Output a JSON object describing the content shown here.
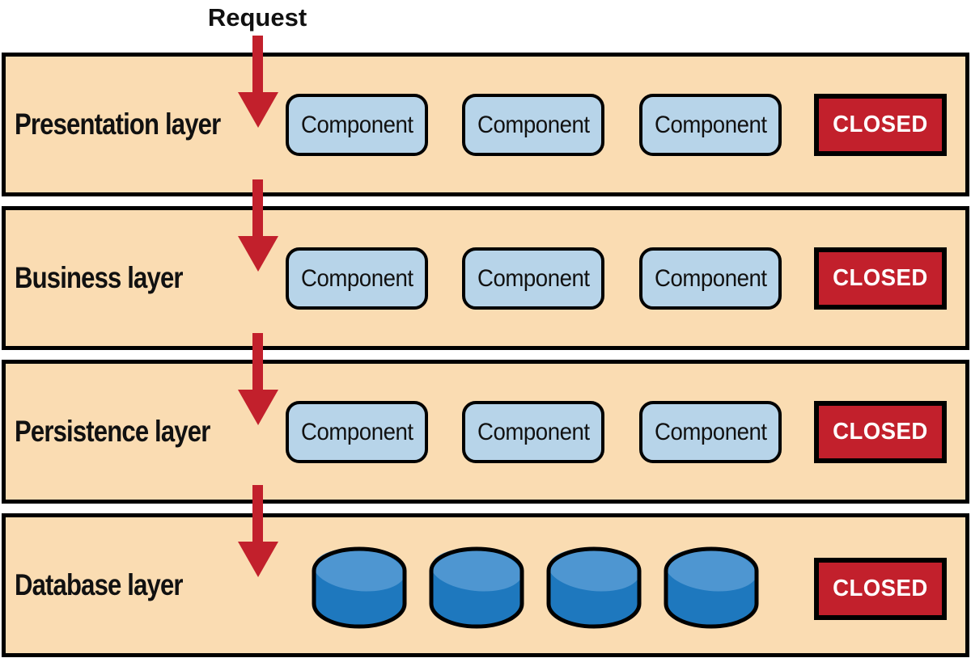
{
  "request_label": "Request",
  "closed_label": "CLOSED",
  "layers": [
    {
      "label": "Presentation layer",
      "type": "components",
      "components": [
        "Component",
        "Component",
        "Component"
      ],
      "closed_label": "CLOSED"
    },
    {
      "label": "Business layer",
      "type": "components",
      "components": [
        "Component",
        "Component",
        "Component"
      ],
      "closed_label": "CLOSED"
    },
    {
      "label": "Persistence layer",
      "type": "components",
      "components": [
        "Component",
        "Component",
        "Component"
      ],
      "closed_label": "CLOSED"
    },
    {
      "label": "Database layer",
      "type": "databases",
      "database_count": 4,
      "closed_label": "CLOSED"
    }
  ],
  "colors": {
    "layer_background": "#FADCB2",
    "outline": "#000000",
    "component_background": "#B7D4E9",
    "closed_background": "#C2202C",
    "closed_text": "#FFFFFF",
    "arrow": "#C2202C",
    "cylinder_top": "#4E96D1",
    "cylinder_body": "#1E78BE",
    "text": "#111111",
    "page_background": "#FFFFFF"
  }
}
